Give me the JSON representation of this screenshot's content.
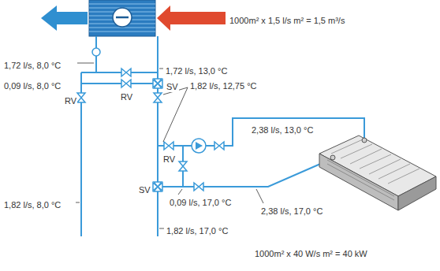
{
  "diagram": {
    "labels": [
      "1000m² x 1,5 l/s m² = 1,5 m³/s",
      "1,72 l/s, 8,0 °C",
      "1,72 l/s, 13,0 °C",
      "0,09 l/s, 8,0 °C",
      "RV",
      "SV",
      "1,82 l/s, 12,75 °C",
      "RV",
      "RV",
      "2,38 l/s, 13,0 °C",
      "SV",
      "0,09 l/s, 17,0 °C",
      "1,82 l/s, 8,0 °C",
      "2,38 l/s, 17,0 °C",
      "1,82 l/s, 17,0 °C",
      "1000m² x 40 W/s m² = 40 kW"
    ]
  }
}
